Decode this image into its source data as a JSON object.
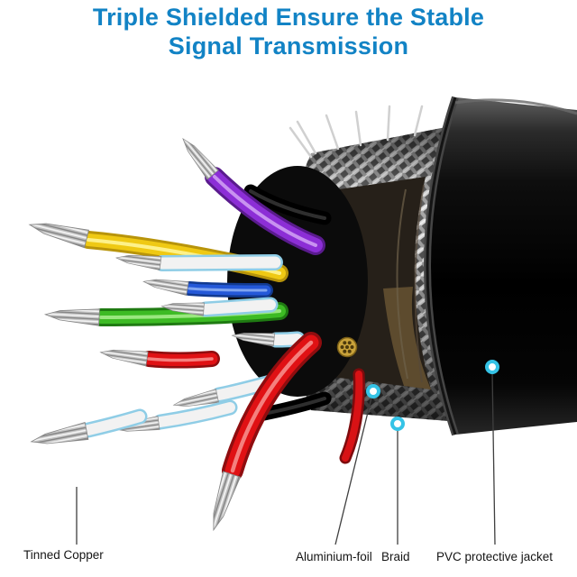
{
  "title": {
    "line1": "Triple Shielded Ensure the Stable",
    "line2": "Signal Transmission"
  },
  "callouts": {
    "tinned_copper": {
      "label": "Tinned Copper"
    },
    "aluminium_foil": {
      "label": "Aluminium-foil"
    },
    "braid": {
      "label": "Braid"
    },
    "pvc_jacket": {
      "label": "PVC protective jacket"
    }
  },
  "colors": {
    "title_blue": "#1283c5",
    "callout_cyan": "#35c3e6",
    "leader_line": "#3f3f3f",
    "wire_purple": "#8c2ed6",
    "wire_yellow": "#efc914",
    "wire_green": "#3dbb24",
    "wire_red": "#e01114",
    "wire_blue": "#2458d8",
    "wire_white": "#f2f2f2",
    "pvc_jacket_black": "#0d0d0d",
    "braid_silver": "#c8c8c8",
    "tinned_copper_silver": "#d6d6d6",
    "aluminium_foil_dark": "#262019",
    "drain_wire_gold": "#c9a23a"
  }
}
